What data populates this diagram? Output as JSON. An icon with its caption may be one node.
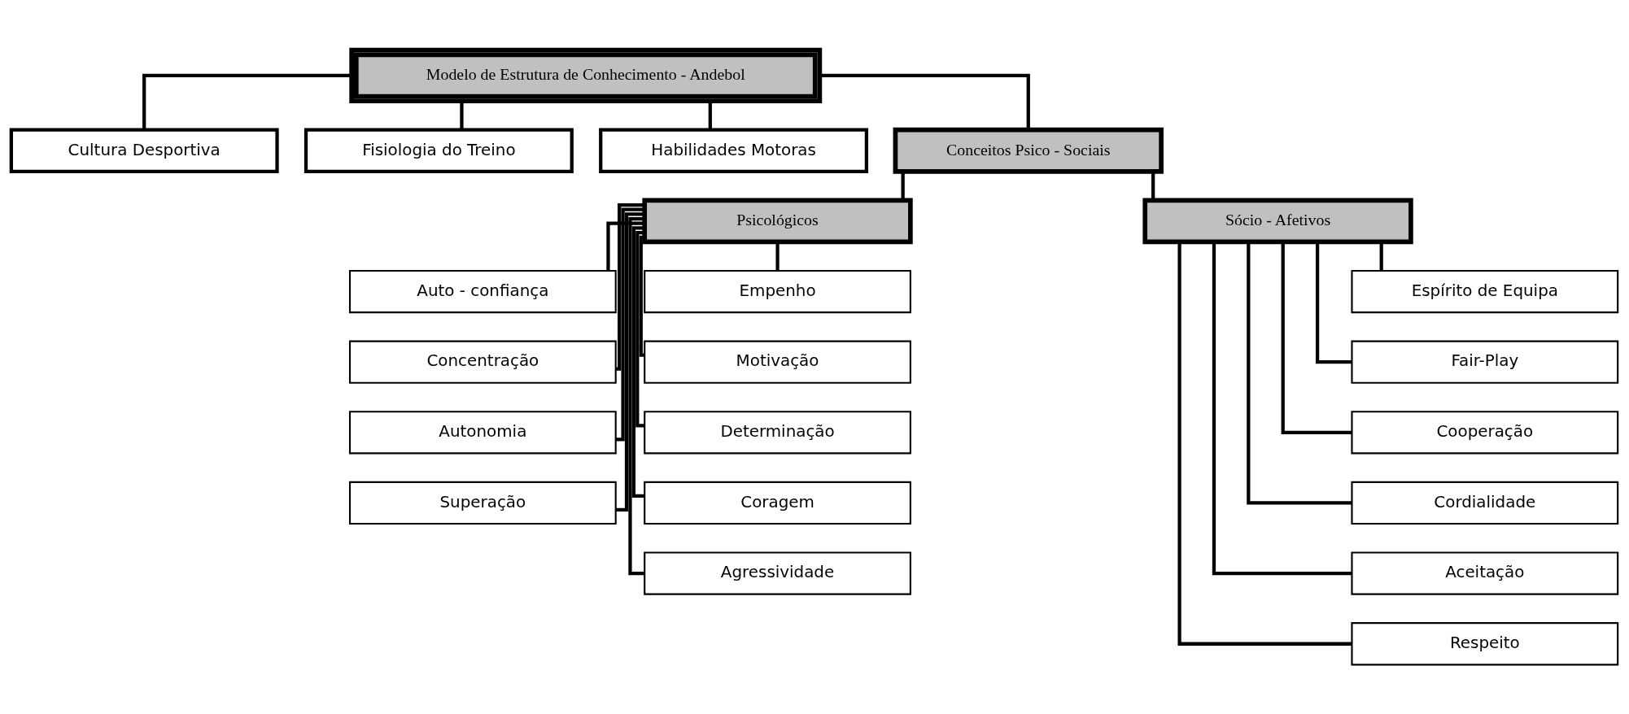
{
  "diagram": {
    "nodes": [
      {
        "text": [
          "Modelo de Estrutura de Conhecimento - Andebol"
        ]
      },
      {
        "text": [
          "Cultura Desportiva"
        ]
      },
      {
        "text": [
          "Fisiologia do Treino"
        ]
      },
      {
        "text": [
          "Habilidades Motoras"
        ]
      },
      {
        "text": [
          "Conceitos Psico - Sociais"
        ]
      },
      {
        "text": [
          "Psicológicos"
        ]
      },
      {
        "text": [
          "Sócio - Afetivos"
        ]
      },
      {
        "text": [
          "Auto - confiança"
        ]
      },
      {
        "text": [
          "Empenho"
        ]
      },
      {
        "text": [
          "Concentração"
        ]
      },
      {
        "text": [
          "Motivação"
        ]
      },
      {
        "text": [
          "Autonomia"
        ]
      },
      {
        "text": [
          "Determinação"
        ]
      },
      {
        "text": [
          "Superação"
        ]
      },
      {
        "text": [
          "Coragem"
        ]
      },
      {
        "text": [
          "Agressividade"
        ]
      },
      {
        "text": [
          "Espírito de Equipa"
        ]
      },
      {
        "text": [
          "Fair-Play"
        ]
      },
      {
        "text": [
          "Cooperação"
        ]
      },
      {
        "text": [
          "Cordialidade"
        ]
      },
      {
        "text": [
          "Aceitação"
        ]
      },
      {
        "text": [
          "Respeito"
        ]
      }
    ],
    "edges": [
      {
        "from": 0,
        "to": 1,
        "arrow": "none"
      },
      {
        "from": 0,
        "to": 2,
        "arrow": "none"
      },
      {
        "from": 0,
        "to": 3,
        "arrow": "none"
      },
      {
        "from": 0,
        "to": 4,
        "arrow": "none"
      },
      {
        "from": 4,
        "to": 5,
        "arrow": "none"
      },
      {
        "from": 4,
        "to": 6,
        "arrow": "none"
      },
      {
        "from": 5,
        "to": 7,
        "arrow": "none"
      },
      {
        "from": 5,
        "to": 8,
        "arrow": "none"
      },
      {
        "from": 5,
        "to": 9,
        "arrow": "none"
      },
      {
        "from": 5,
        "to": 10,
        "arrow": "none"
      },
      {
        "from": 5,
        "to": 11,
        "arrow": "none"
      },
      {
        "from": 5,
        "to": 12,
        "arrow": "none"
      },
      {
        "from": 5,
        "to": 13,
        "arrow": "none"
      },
      {
        "from": 5,
        "to": 14,
        "arrow": "none"
      },
      {
        "from": 5,
        "to": 15,
        "arrow": "none"
      },
      {
        "from": 6,
        "to": 16,
        "arrow": "none"
      },
      {
        "from": 6,
        "to": 17,
        "arrow": "none"
      },
      {
        "from": 6,
        "to": 18,
        "arrow": "none"
      },
      {
        "from": 6,
        "to": 19,
        "arrow": "none"
      },
      {
        "from": 6,
        "to": 20,
        "arrow": "none"
      },
      {
        "from": 6,
        "to": 21,
        "arrow": "none"
      }
    ]
  }
}
